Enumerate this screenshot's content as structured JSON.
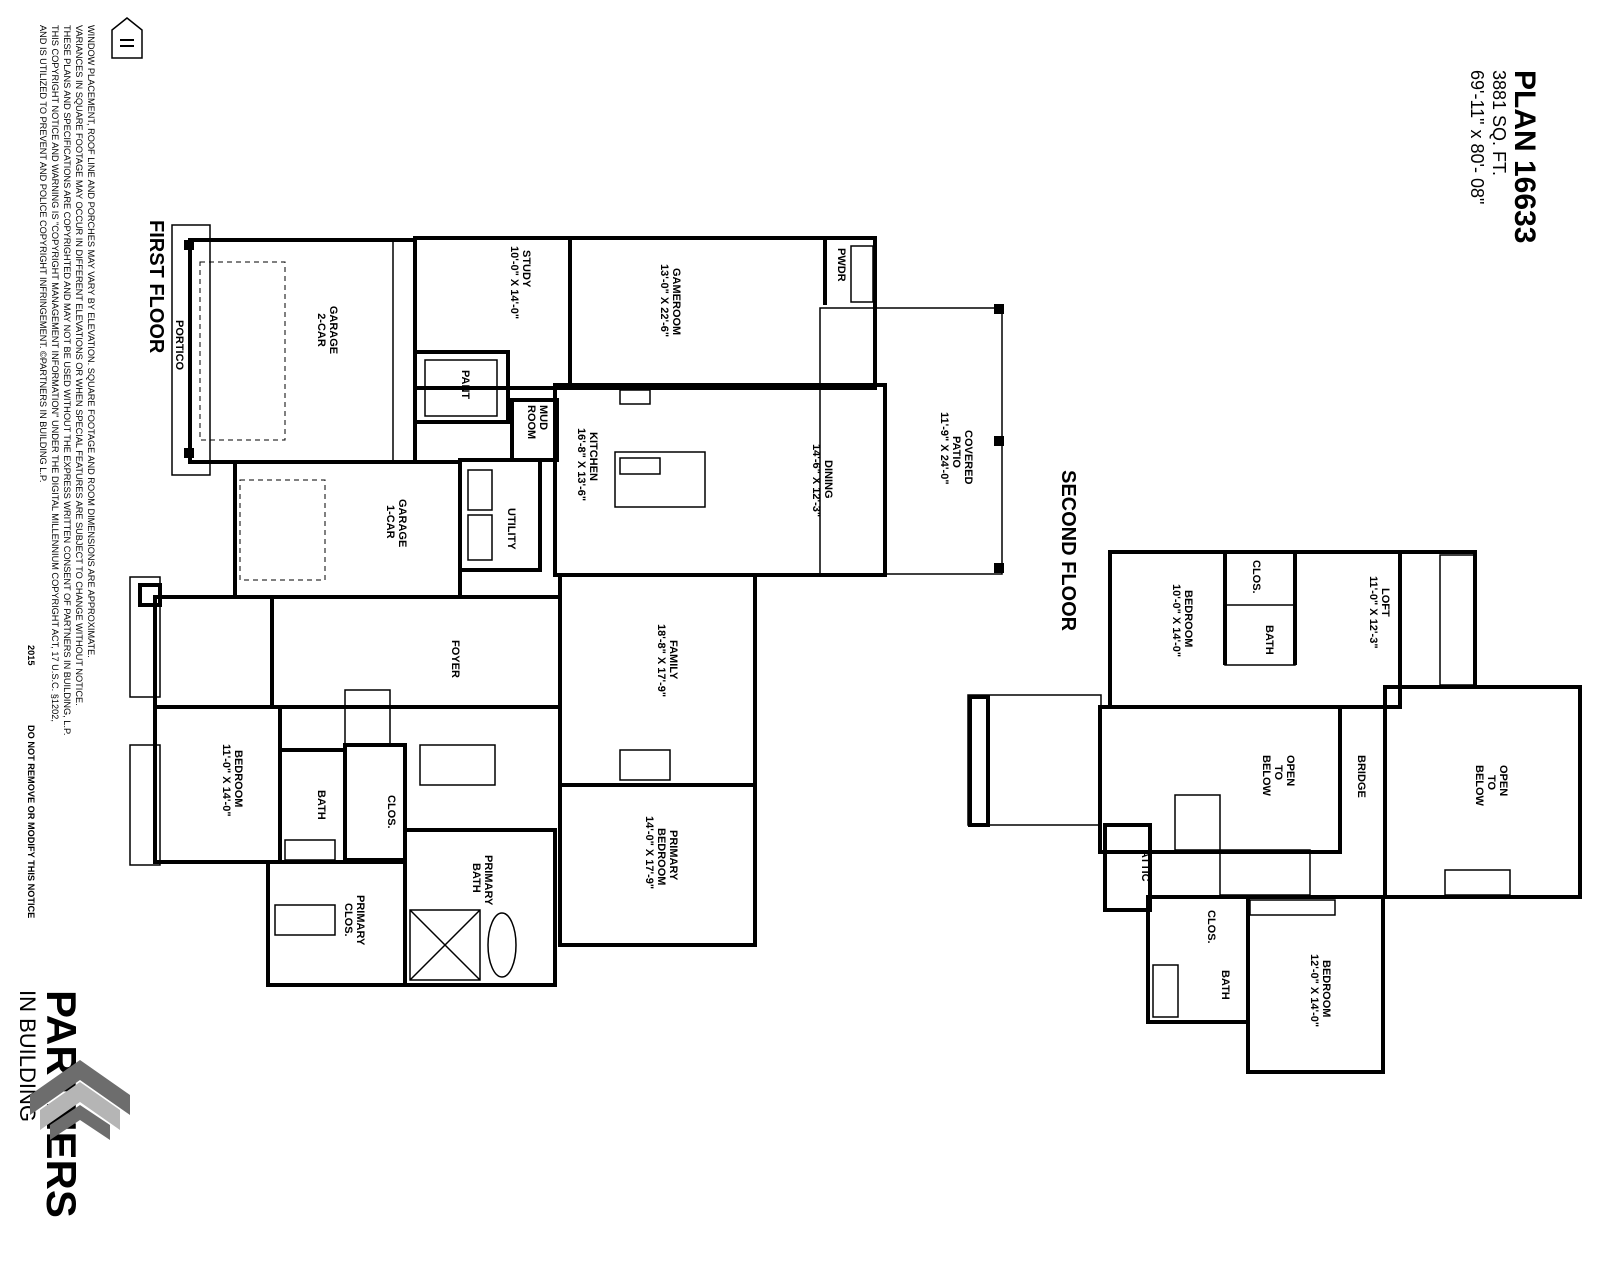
{
  "plan": {
    "title": "PLAN 16633",
    "sqft": "3881 SQ. FT.",
    "dims": "69'-11\" x 80'- 08\""
  },
  "floors": {
    "first": "FIRST FLOOR",
    "second": "SECOND FLOOR"
  },
  "rooms": {
    "garage2_name": "2-CAR",
    "garage2_name2": "GARAGE",
    "portico": "PORTICO",
    "study_name": "STUDY",
    "study_dim": "10'-0\" X 14'-0\"",
    "gameroom_name": "GAMEROOM",
    "gameroom_dim": "13'-0\" X 22'-6\"",
    "pwdr": "PWDR",
    "pant": "PANT",
    "mud1": "MUD",
    "mud2": "ROOM",
    "kitchen_name": "KITCHEN",
    "kitchen_dim": "16'-8\" X 13'-6\"",
    "dining_name": "DINING",
    "dining_dim": "14'-6\" X 12'-3\"",
    "patio_name1": "COVERED",
    "patio_name2": "PATIO",
    "patio_dim": "11'-9\" X 24'-0\"",
    "garage1_name": "1-CAR",
    "garage1_name2": "GARAGE",
    "utility": "UTILITY",
    "foyer": "FOYER",
    "family_name": "FAMILY",
    "family_dim": "18'-8\" X 17'-9\"",
    "bed1_name": "BEDROOM",
    "bed1_dim": "11'-0\" X 14'-0\"",
    "bath1": "BATH",
    "clos1": "CLOS.",
    "primary_bed_name1": "PRIMARY",
    "primary_bed_name2": "BEDROOM",
    "primary_bed_dim": "14'-0\" X 17'-9\"",
    "primary_bath1": "PRIMARY",
    "primary_bath2": "BATH",
    "primary_clos1": "PRIMARY",
    "primary_clos2": "CLOS.",
    "loft_name": "LOFT",
    "loft_dim": "11'-0\" X 12'-3\"",
    "bed2_name": "BEDROOM",
    "bed2_dim": "10'-0\" X 14'-0\"",
    "clos2": "CLOS.",
    "bath2": "BATH",
    "open1_a": "OPEN",
    "open1_b": "TO",
    "open1_c": "BELOW",
    "bridge": "BRIDGE",
    "open2_a": "OPEN",
    "open2_b": "TO",
    "open2_c": "BELOW",
    "attic": "ATTIC",
    "clos3": "CLOS.",
    "bath3": "BATH",
    "bed3_name": "BEDROOM",
    "bed3_dim": "12'-0\" X 14'-0\""
  },
  "disclaimer": {
    "l1": "WINDOW PLACEMENT, ROOF LINE AND PORCHES MAY VARY BY ELEVATION. SQUARE FOOTAGE AND ROOM DIMENSIONS ARE APPROXIMATE.",
    "l2": "VARIANCES IN SQUARE FOOTAGE MAY OCCUR IN DIFFERENT ELEVATIONS OR WHEN SPECIAL FEATURES ARE SUBJECT TO CHANGE WITHOUT NOTICE.",
    "l3": "THESE PLANS AND SPECIFICATIONS ARE COPYRIGHTED AND MAY NOT BE USED WITHOUT THE EXPRESS WRITTEN CONSENT OF PARTNERS IN BUILDING, L.P.",
    "l4": "THIS COPYRIGHT NOTICE AND WARNING IS \"COPYRIGHT MANAGEMENT INFORMATION\" UNDER THE DIGITAL MILLENNIUM COPYRIGHT ACT, 17 U.S.C. §1202,",
    "l5": "AND IS UTILIZED TO PREVENT AND POLICE COPYRIGHT INFRINGEMENT. ©PARTNERS IN BUILDING L.P.",
    "year": "2015",
    "notice": "DO NOT REMOVE OR MODIFY THIS NOTICE"
  },
  "brand": {
    "name": "PARTNERS",
    "sub": "IN BUILDING"
  },
  "icons": {
    "housing": "equal-housing-icon",
    "logo": "chevron-logo-icon"
  }
}
